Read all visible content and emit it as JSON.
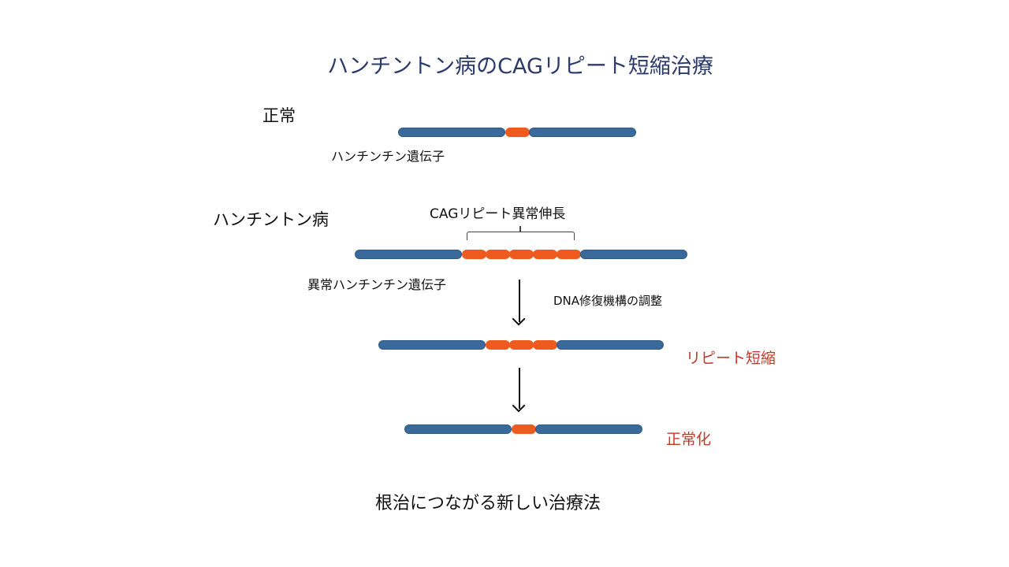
{
  "title": "ハンチントン病のCAGリピート短縮治療",
  "normal": {
    "heading": "正常",
    "gene_label": "ハンチンチン遺伝子",
    "repeats": 1
  },
  "disease": {
    "heading": "ハンチントン病",
    "expansion_label": "CAGリピート異常伸長",
    "gene_label": "異常ハンチンチン遺伝子",
    "repeats": 5
  },
  "step1": {
    "label": "DNA修復機構の調整"
  },
  "shortened": {
    "label": "リピート短縮",
    "repeats": 3
  },
  "normalized": {
    "label": "正常化",
    "repeats": 1
  },
  "conclusion": "根治につながる新しい治療法",
  "colors": {
    "title": "#2b3a6b",
    "gene": "#3a6a9b",
    "repeat": "#ef5a1e",
    "highlight": "#c0392b"
  }
}
